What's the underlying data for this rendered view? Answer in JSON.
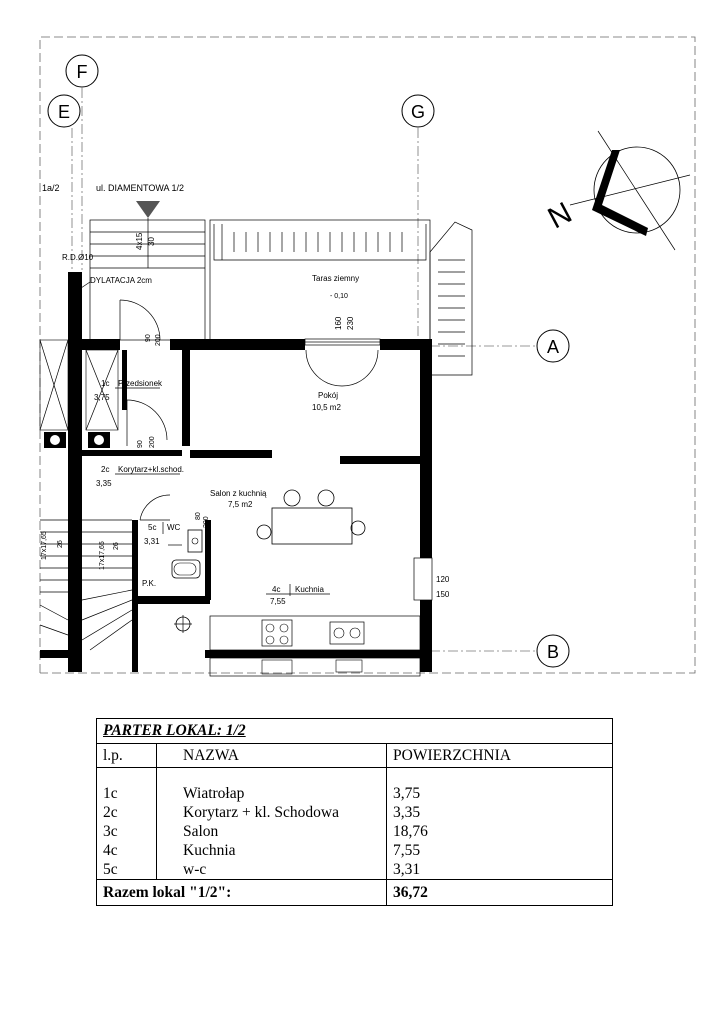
{
  "plan": {
    "axis_labels": {
      "F": "F",
      "E": "E",
      "G": "G",
      "A": "A",
      "B": "B"
    },
    "north": "N",
    "labels": {
      "neighbor": "1a/2",
      "street_unit": "ul. DIAMENTOWA 1/2",
      "rd": "R.D.Ø10",
      "dilatation": "DYLATACJA 2cm",
      "stair_dim": "4x15",
      "stair_dim2": "30",
      "terrace": "Taras ziemny",
      "terrace_level": "- 0,10",
      "win_160": "160",
      "win_230": "230",
      "door_90a": "90",
      "door_200a": "200",
      "door_90b": "90",
      "door_200b": "200",
      "room_pokoj": "Pokój",
      "room_pokoj_area": "10,5 m2",
      "room1c_num": "1c",
      "room1c_name": "Przedsionek",
      "room1c_area": "3,75",
      "room2c_num": "2c",
      "room2c_name": "Korytarz+kl.schod.",
      "room2c_area": "3,35",
      "salon_name": "Salon z kuchnią",
      "salon_area": "7,5 m2",
      "room5c_num": "5c",
      "room5c_name": "WC",
      "room5c_area": "3,31",
      "wc_80": "80",
      "wc_200": "200",
      "room4c_num": "4c",
      "room4c_name": "Kuchnia",
      "room4c_area": "7,55",
      "pk": "P.K.",
      "stair_left1": "17x17,65",
      "stair_left1b": "26",
      "stair_left2": "17x17,65",
      "stair_left2b": "26",
      "win_120": "120",
      "win_150": "150"
    }
  },
  "table": {
    "title": "PARTER LOKAL: 1/2",
    "headers": {
      "lp": "l.p.",
      "name": "NAZWA",
      "area": "POWIERZCHNIA"
    },
    "rows": [
      {
        "lp": "1c",
        "name": "Wiatrołap",
        "area": "3,75"
      },
      {
        "lp": "2c",
        "name": "Korytarz + kl. Schodowa",
        "area": "3,35"
      },
      {
        "lp": "3c",
        "name": "Salon",
        "area": "18,76"
      },
      {
        "lp": "4c",
        "name": "Kuchnia",
        "area": "7,55"
      },
      {
        "lp": "5c",
        "name": "w-c",
        "area": "3,31"
      }
    ],
    "total_label": "Razem lokal \"1/2\":",
    "total_value": "36,72"
  }
}
